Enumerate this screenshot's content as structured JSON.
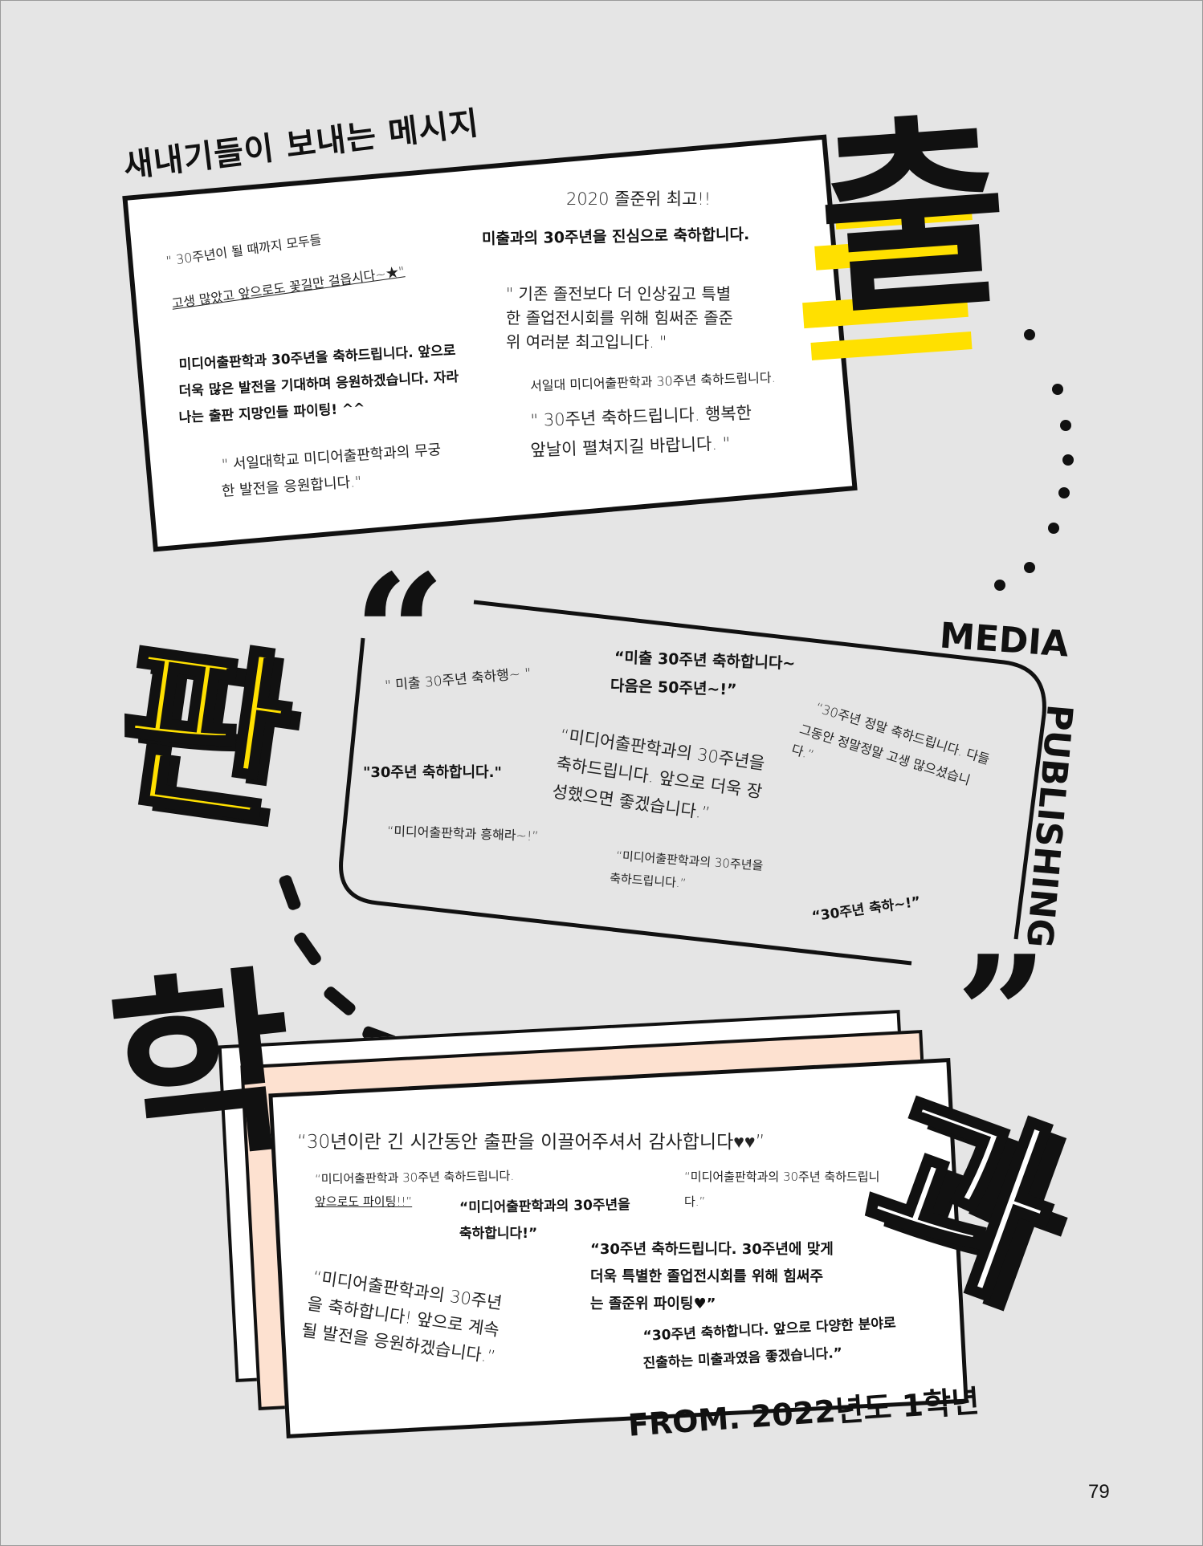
{
  "top_section": {
    "title": "새내기들이 보내는 메시지",
    "messages": [
      "2020 졸준위 최고!!",
      "미출과의 30주년을 진심으로 축하합니다.",
      "\" 30주년이 될 때까지 모두들",
      "고생 많았고 앞으로도 꽃길만 걸읍시다~★\"",
      "\" 기존 졸전보다 더 인상깊고 특별",
      "한 졸업전시회를 위해 힘써준 졸준",
      "위 여러분 최고입니다. \"",
      "미디어출판학과 30주년을 축하드립니다. 앞으로",
      "더욱 많은 발전을 기대하며 응원하겠습니다. 자라",
      "나는 출판 지망인들 파이팅! ^^",
      "서일대 미디어출판학과 30주년 축하드립니다.",
      "\" 30주년 축하드립니다. 행복한",
      "앞날이 펼쳐지길 바랍니다. \"",
      "\" 서일대학교 미디어출판학과의 무궁",
      "한 발전을 응원합니다.\""
    ]
  },
  "middle_section": {
    "open_quote": "“",
    "close_quote": "”",
    "messages": [
      "\" 미출 30주년 축하행~ \"",
      "“미출 30주년 축하합니다~",
      "다음은 50주년~!”",
      "“30주년 정말 축하드립니다. 다들",
      "그동안 정말정말 고생 많으셨습니",
      "다.”",
      "\"30주년 축하합니다.\"",
      "“미디어출판학과의 30주년을",
      "축하드립니다. 앞으로 더욱 장",
      "성했으면 좋겠습니다.”",
      "“미디어출판학과 흥해라~!”",
      "“미디어출판학과의 30주년을",
      "축하드립니다.”",
      "“30주년 축하~!”"
    ]
  },
  "bottom_section": {
    "messages": [
      "“30년이란 긴 시간동안 출판을 이끌어주셔서 감사합니다♥♥”",
      "“미디어출판학과 30주년 축하드립니다.",
      "앞으로도 파이팅!!”",
      "“미디어출판학과의 30주년 축하드립니",
      "다.”",
      "“미디어출판학과의 30주년을",
      "축하합니다!”",
      "“30주년 축하드립니다. 30주년에 맞게",
      "더욱 특별한 졸업전시회를 위해 힘써주",
      "는 졸준위 파이팅♥”",
      "“미디어출판학과의 30주년",
      "을 축하합니다! 앞으로 계속",
      "될 발전을 응원하겠습니다.”",
      "“30주년 축하합니다. 앞으로 다양한 분야로",
      "진출하는 미출과였음 좋겠습니다.”"
    ],
    "from": "FROM. 2022년도 1학년"
  },
  "decor": {
    "char1": "출",
    "char2": "판",
    "char3": "학",
    "char4": "과",
    "media": "MEDIA",
    "publishing": "PUBLISHING",
    "accent_yellow": "#ffe000",
    "peach": "#fde1d0"
  },
  "page_number": "79"
}
